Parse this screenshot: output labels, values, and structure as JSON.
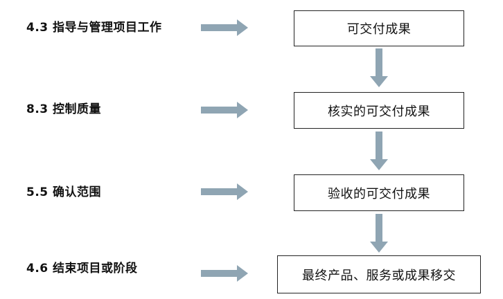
{
  "colors": {
    "arrow": "#8fa5b3",
    "box_border": "#222222",
    "text": "#111111",
    "background": "#ffffff"
  },
  "rows": [
    {
      "process": "4.3 指导与管理项目工作",
      "deliverable": "可交付成果"
    },
    {
      "process": "8.3 控制质量",
      "deliverable": "核实的可交付成果"
    },
    {
      "process": "5.5 确认范围",
      "deliverable": "验收的可交付成果"
    },
    {
      "process": "4.6 结束项目或阶段",
      "deliverable": "最终产品、服务或成果移交"
    }
  ]
}
